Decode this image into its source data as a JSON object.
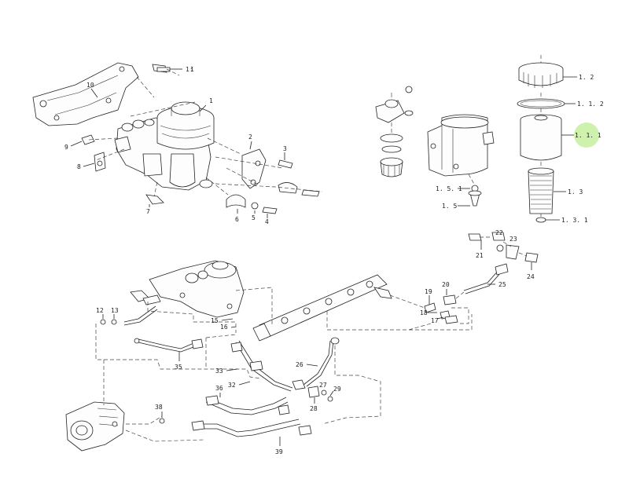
{
  "highlight_color": "#c6f0a0",
  "labels": {
    "l_1": "1",
    "l_1b": "1",
    "l_2": "2",
    "l_3": "3",
    "l_4": "4",
    "l_5": "5",
    "l_6": "6",
    "l_7": "7",
    "l_8": "8",
    "l_9": "9",
    "l_10": "10",
    "l_1_2": "1. 2",
    "l_1_1_2": "1. 1. 2",
    "l_1_1_1": "1. 1. 1",
    "l_1_3": "1. 3",
    "l_1_3_1": "1. 3. 1",
    "l_1_5_1": "1. 5. 1",
    "l_1_5": "1. 5",
    "l_12": "12",
    "l_13": "13",
    "l_15": "15",
    "l_16": "16",
    "l_17": "17",
    "l_18": "18",
    "l_19": "19",
    "l_20": "20",
    "l_21": "21",
    "l_22": "22",
    "l_23": "23",
    "l_24": "24",
    "l_25": "25",
    "l_26": "26",
    "l_27": "27",
    "l_28": "28",
    "l_29": "29",
    "l_32": "32",
    "l_33": "33",
    "l_35": "35",
    "l_36": "36",
    "l_38": "38",
    "l_39": "39"
  }
}
